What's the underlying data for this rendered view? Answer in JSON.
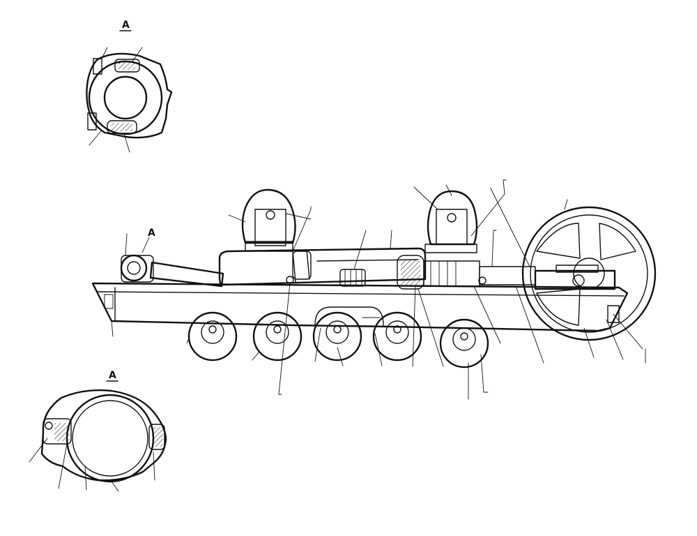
{
  "view_labels": {
    "detail_top": "A",
    "main_section": "A",
    "detail_bottom": "A"
  },
  "colors": {
    "ink": "#111111",
    "paper": "#ffffff"
  }
}
